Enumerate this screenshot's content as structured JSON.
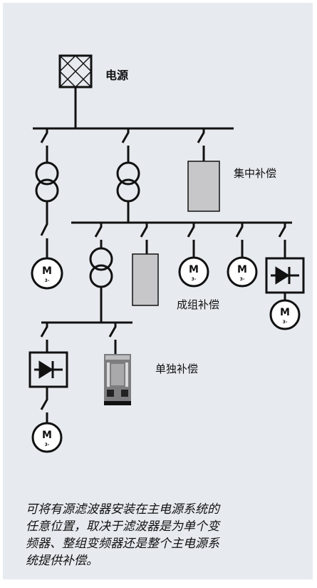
{
  "labels": {
    "power_source": "电源",
    "central_compensation": "集中补偿",
    "group_compensation": "成组补偿",
    "individual_compensation": "单独补偿"
  },
  "motor": {
    "letter": "M",
    "phase": "3-"
  },
  "caption": {
    "lines": [
      "可将有源滤波器安装在主电源系统的",
      "任意位置，取决于滤波器是为单个变",
      "频器、整组变频器还是整个主电源系",
      "统提供补偿。"
    ]
  }
}
